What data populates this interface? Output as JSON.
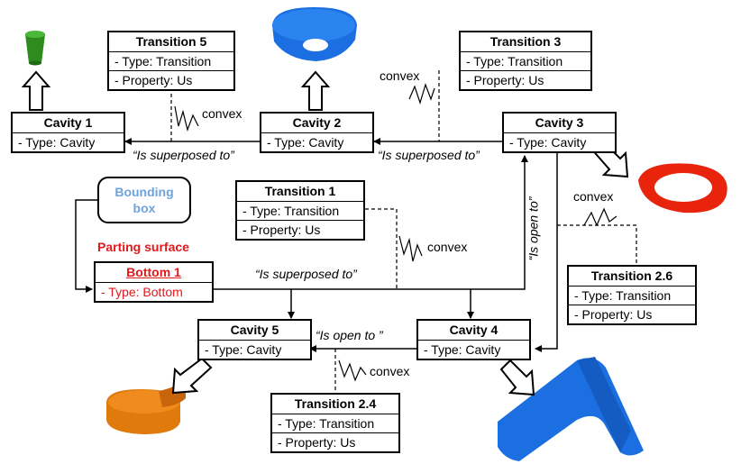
{
  "nodes": {
    "cavity1": {
      "title": "Cavity 1",
      "rows": [
        "- Type: Cavity"
      ]
    },
    "cavity2": {
      "title": "Cavity 2",
      "rows": [
        "- Type: Cavity"
      ]
    },
    "cavity3": {
      "title": "Cavity 3",
      "rows": [
        "- Type: Cavity"
      ]
    },
    "cavity4": {
      "title": "Cavity 4",
      "rows": [
        "- Type: Cavity"
      ]
    },
    "cavity5": {
      "title": "Cavity 5",
      "rows": [
        "- Type: Cavity"
      ]
    },
    "transition5": {
      "title": "Transition 5",
      "rows": [
        "- Type: Transition",
        "- Property: Us"
      ]
    },
    "transition3": {
      "title": "Transition 3",
      "rows": [
        "- Type: Transition",
        "- Property: Us"
      ]
    },
    "transition1": {
      "title": "Transition 1",
      "rows": [
        "- Type: Transition",
        "- Property: Us"
      ]
    },
    "transition26": {
      "title": "Transition 2.6",
      "rows": [
        "- Type: Transition",
        "- Property: Us"
      ]
    },
    "transition24": {
      "title": "Transition 2.4",
      "rows": [
        "- Type: Transition",
        "- Property: Us"
      ]
    },
    "bottom1": {
      "title": "Bottom 1",
      "rows": [
        "- Type: Bottom"
      ]
    }
  },
  "bounding_box": {
    "line1": "Bounding",
    "line2": "box"
  },
  "parting_surface": "Parting surface",
  "edge_labels": {
    "superposed_1": "“Is superposed to”",
    "superposed_2": "“Is superposed to”",
    "superposed_3": "“Is superposed to”",
    "open_to_vertical": "“Is open to”",
    "open_to_cavity5": "“Is open to ”"
  },
  "convex_label": "convex",
  "colors": {
    "cavity1_part": "#2e8b1e",
    "cavity2_part": "#1c6fe0",
    "cavity3_part": "#e8240c",
    "cavity4_part": "#1c6fe0",
    "cavity5_part": "#e07a0c",
    "bounding_box_text": "#6fa3dc",
    "parting_red": "#e0191c"
  }
}
